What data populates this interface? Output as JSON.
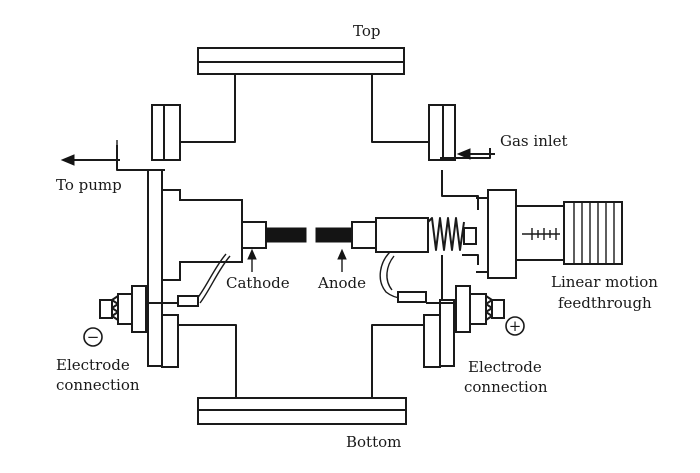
{
  "diagram": {
    "labels": {
      "top": "Top",
      "bottom": "Bottom",
      "gas_inlet": "Gas inlet",
      "to_pump": "To pump",
      "cathode": "Cathode",
      "anode": "Anode",
      "linear_motion_1": "Linear motion",
      "linear_motion_2": "feedthrough",
      "electrode_left_1": "Electrode",
      "electrode_left_2": "connection",
      "electrode_right_1": "Electrode",
      "electrode_right_2": "connection",
      "minus_sign": "−",
      "plus_sign": "+"
    }
  }
}
